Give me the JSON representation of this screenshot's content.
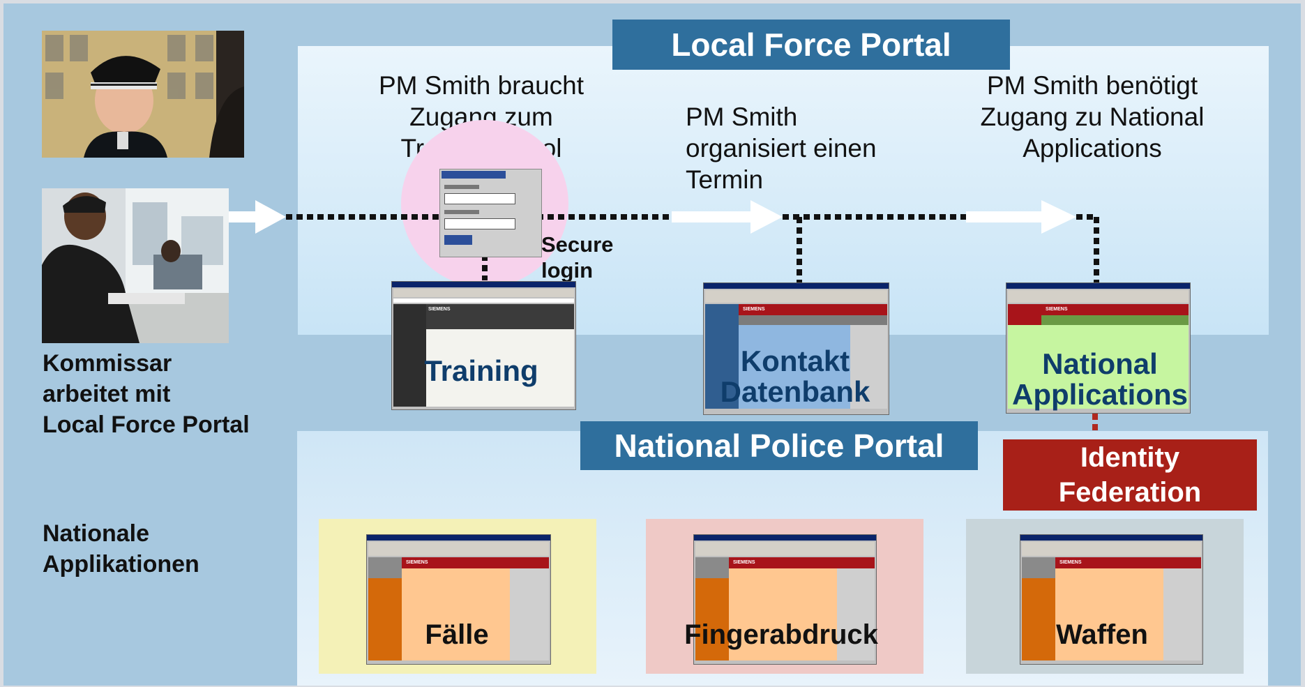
{
  "left_labels": {
    "kommissar": [
      "Kommissar",
      "arbeitet mit",
      "Local Force Portal"
    ],
    "nationale": [
      "Nationale",
      "Applikationen"
    ]
  },
  "local_force_portal": {
    "title": "Local Force Portal",
    "step1": [
      "PM Smith braucht",
      "Zugang zum",
      "Trainings-Tool"
    ],
    "step2": [
      "PM Smith",
      "organisiert einen",
      "Termin"
    ],
    "step3": [
      "PM Smith benötigt",
      "Zugang zu National",
      "Applications"
    ],
    "secure_login": [
      "Secure",
      "login"
    ],
    "apps": [
      "Training",
      "Kontakt Datenbank",
      "National Applications"
    ]
  },
  "national_police_portal": {
    "title": "National Police Portal",
    "identity_federation": [
      "Identity",
      "Federation"
    ],
    "apps": [
      "Fälle",
      "Fingerabdruck",
      "Waffen"
    ]
  },
  "screenshot_brand": "SIEMENS",
  "colors": {
    "title_bar": "#2f6f9d",
    "identity_federation": "#a82018",
    "dotted_black": "#111111",
    "dotted_red": "#b0281e",
    "app_label_blue": "#0f3d6b"
  }
}
